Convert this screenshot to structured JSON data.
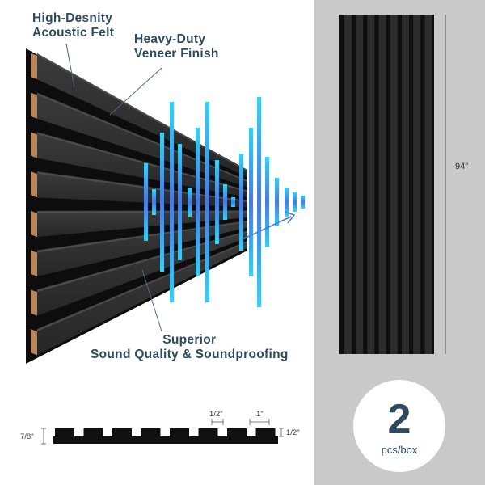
{
  "labels": {
    "felt": "High-Desnity\nAcoustic Felt",
    "veneer": "Heavy-Duty\nVeneer Finish",
    "superior_line1": "Superior",
    "superior_line2": "Sound Quality & Soundproofing"
  },
  "dimensions": {
    "height": "94\"",
    "thickness": "7/8\"",
    "gap": "1/2\"",
    "slat_width": "1\"",
    "base": "1/2\""
  },
  "badge": {
    "count": "2",
    "unit": "pcs/box"
  },
  "colors": {
    "label_text": "#2e4a5f",
    "panel_gray": "#c9c9c9",
    "slat_dark": "#2a2a2a",
    "felt_black": "#0d0d0d",
    "wood_edge": "#b8865a",
    "wave_top": "#39d0f0",
    "wave_bottom": "#4a78e0"
  },
  "icons": {
    "arrow": "arrow-right-icon",
    "sound_wave": "sound-wave-icon"
  }
}
